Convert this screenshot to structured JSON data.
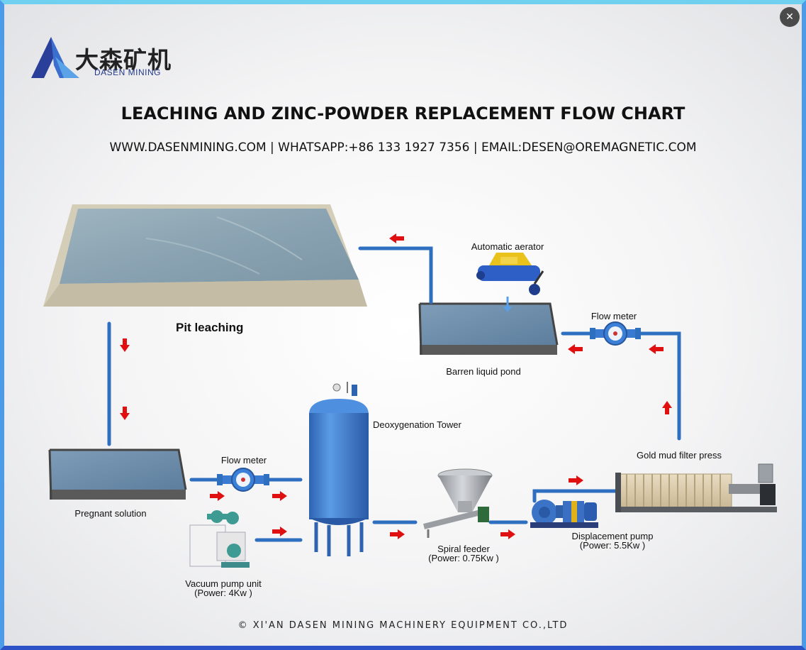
{
  "window": {
    "close_icon": "close-icon"
  },
  "logo": {
    "chinese": "大森矿机",
    "english": "DASEN MINING"
  },
  "title": "LEACHING AND ZINC-POWDER REPLACEMENT FLOW CHART",
  "contact": "WWW.DASENMINING.COM  |  WHATSAPP:+86 133 1927 7356  |  EMAIL:DESEN@OREMAGNETIC.COM",
  "labels": {
    "pit_leaching": "Pit leaching",
    "automatic_aerator": "Automatic aerator",
    "barren_liquid_pond": "Barren liquid pond",
    "flow_meter_top": "Flow meter",
    "deoxygenation_tower": "Deoxygenation Tower",
    "flow_meter_bottom": "Flow meter",
    "gold_mud_filter_press": "Gold mud filter press",
    "pregnant_solution": "Pregnant solution",
    "displacement_pump": "Displacement pump",
    "displacement_pump_power": "(Power: 5.5Kw )",
    "spiral_feeder": "Spiral feeder",
    "spiral_feeder_power": "(Power: 0.75Kw )",
    "vacuum_pump_unit": "Vacuum pump unit",
    "vacuum_pump_power": "(Power: 4Kw )"
  },
  "footer": "© XI'AN DASEN MINING MACHINERY EQUIPMENT CO.,LTD",
  "colors": {
    "pipe": "#2f6fc0",
    "arrow": "#e11010",
    "water": "#8fa7b3",
    "pit_border": "#d6d0bd",
    "tank": "#3d7fd2"
  }
}
